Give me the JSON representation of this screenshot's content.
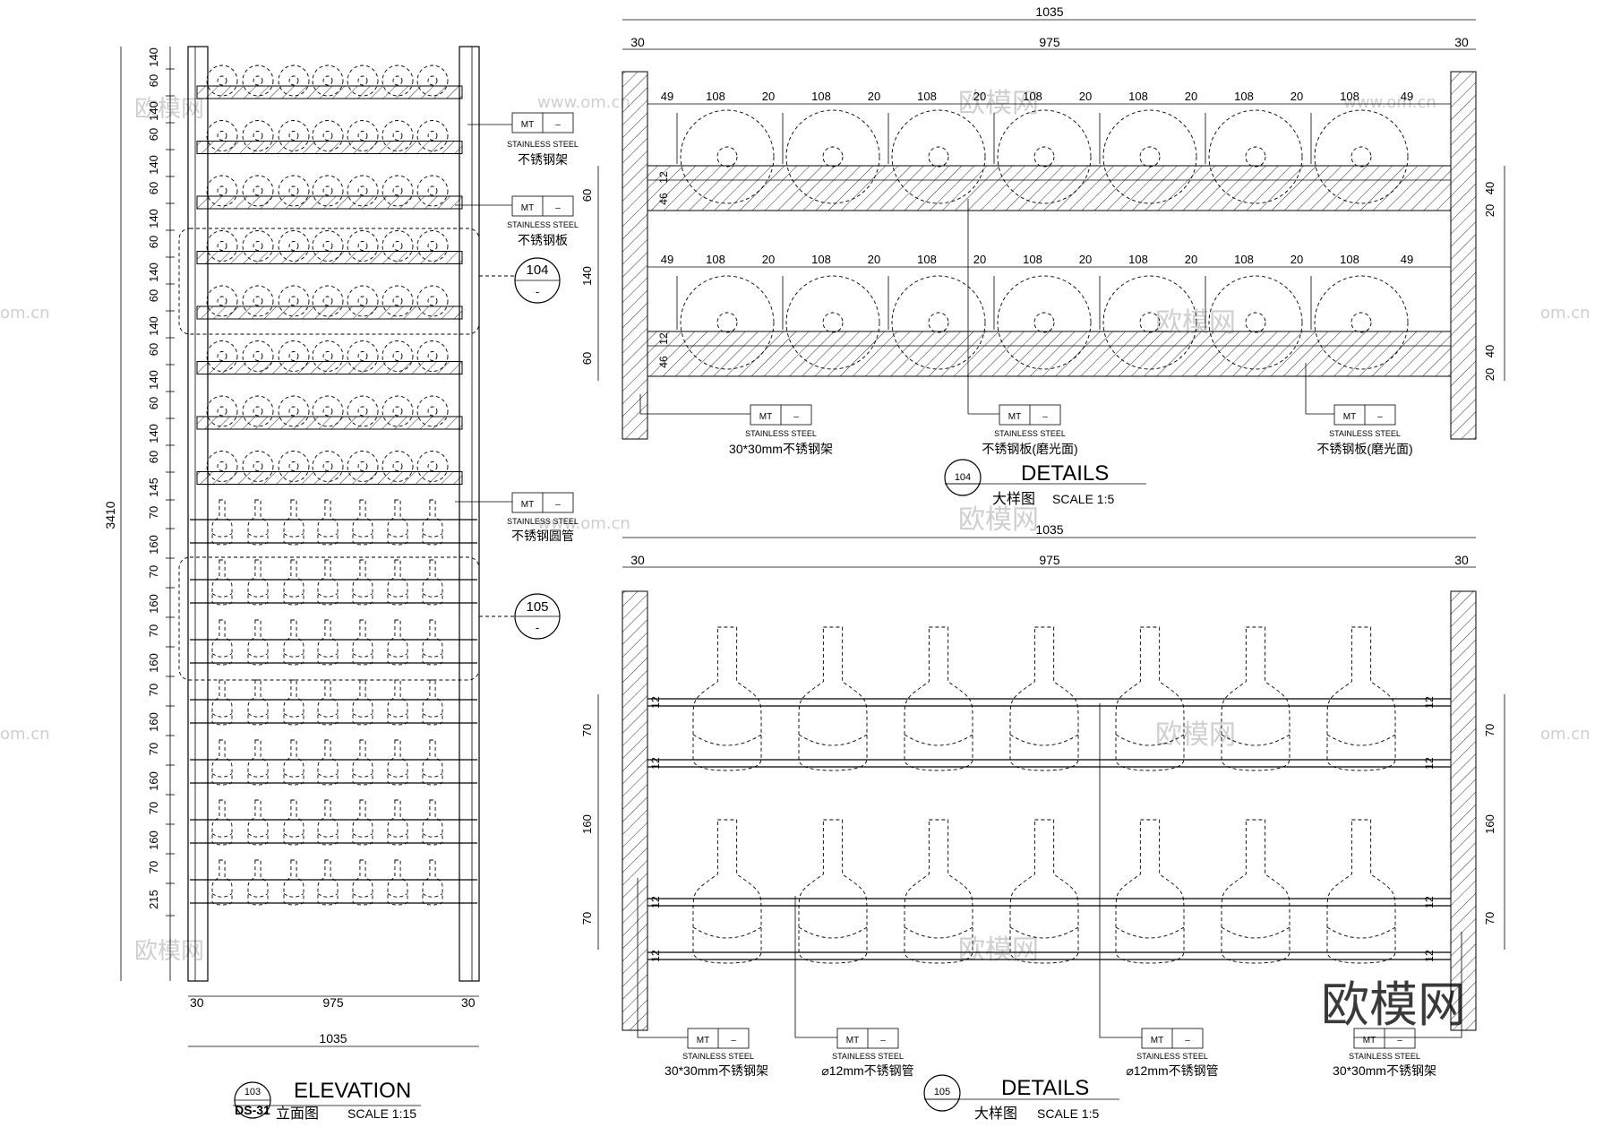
{
  "elevation": {
    "height_total": "3410",
    "row_dims": [
      "140",
      "60",
      "140",
      "60",
      "140",
      "60",
      "140",
      "60",
      "140",
      "60",
      "140",
      "60",
      "140",
      "60",
      "140",
      "60",
      "145",
      "70",
      "160",
      "70",
      "160",
      "70",
      "160",
      "70",
      "160",
      "70",
      "160",
      "70",
      "160",
      "70",
      "215"
    ],
    "bottom_dims": {
      "left": "30",
      "mid": "975",
      "right": "30",
      "total": "1035"
    },
    "title": "ELEVATION",
    "subtitle": "立面图",
    "scale": "SCALE  1:15",
    "ref_num": "103",
    "ref_sheet": "DS-31",
    "callout_104": "104",
    "callout_105": "105",
    "callout_dash": "-"
  },
  "tags": {
    "mt": "MT",
    "dash": "–",
    "stainless": "STAINLESS STEEL",
    "rack": "不锈钢架",
    "plate": "不锈钢板",
    "tube": "不锈钢圆管"
  },
  "detail104": {
    "total": "1035",
    "side": "30",
    "inner": "975",
    "row_top": [
      "49",
      "108",
      "20",
      "108",
      "20",
      "108",
      "20",
      "108",
      "20",
      "108",
      "20",
      "108",
      "20",
      "108",
      "49"
    ],
    "left_dims": [
      "60",
      "140",
      "60"
    ],
    "left_small": [
      "12",
      "46"
    ],
    "right_dims": [
      "40",
      "20"
    ],
    "label_rack": "30*30mm不锈钢架",
    "label_plate": "不锈钢板(磨光面)",
    "title": "DETAILS",
    "subtitle": "大样图",
    "scale": "SCALE  1:5",
    "ref": "104"
  },
  "detail105": {
    "total": "1035",
    "side": "30",
    "inner": "975",
    "left_dims": [
      "70",
      "160",
      "70"
    ],
    "small": "12",
    "label_rack": "30*30mm不锈钢架",
    "label_tube": "⌀12mm不锈钢管",
    "title": "DETAILS",
    "subtitle": "大样图",
    "scale": "SCALE  1:5",
    "ref": "105"
  },
  "watermark": {
    "brand": "欧模网",
    "url": "www.om.cn",
    "short": "om.cn"
  }
}
